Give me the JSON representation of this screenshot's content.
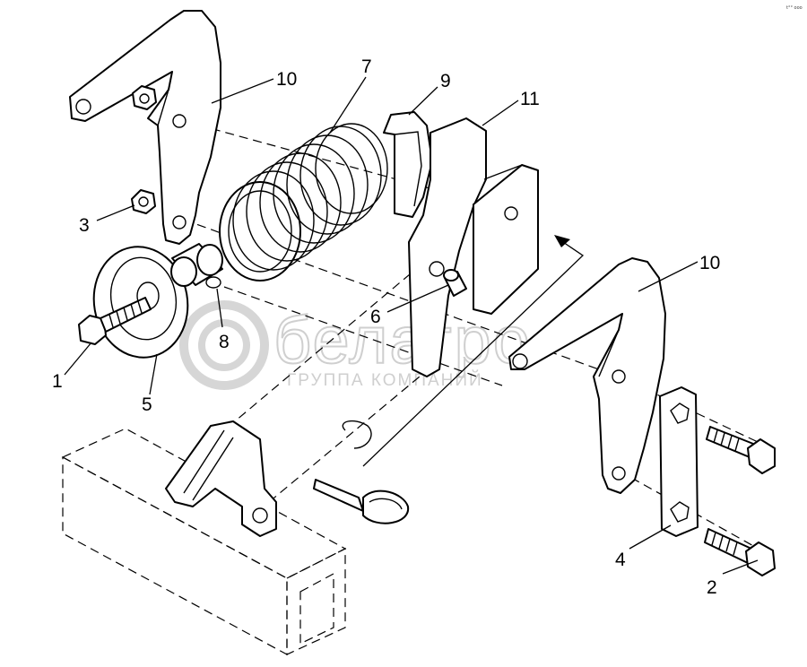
{
  "corner_code": "t°° ooo",
  "watermark": {
    "brand": "белагро",
    "subtitle": "ГРУППА КОМПАНИЙ"
  },
  "callouts": [
    {
      "id": "1",
      "text": "1"
    },
    {
      "id": "2",
      "text": "2"
    },
    {
      "id": "3",
      "text": "3"
    },
    {
      "id": "4",
      "text": "4"
    },
    {
      "id": "5",
      "text": "5"
    },
    {
      "id": "6",
      "text": "6"
    },
    {
      "id": "7",
      "text": "7"
    },
    {
      "id": "8",
      "text": "8"
    },
    {
      "id": "9",
      "text": "9"
    },
    {
      "id": "10a",
      "text": "10"
    },
    {
      "id": "10b",
      "text": "10"
    },
    {
      "id": "11",
      "text": "11"
    }
  ]
}
